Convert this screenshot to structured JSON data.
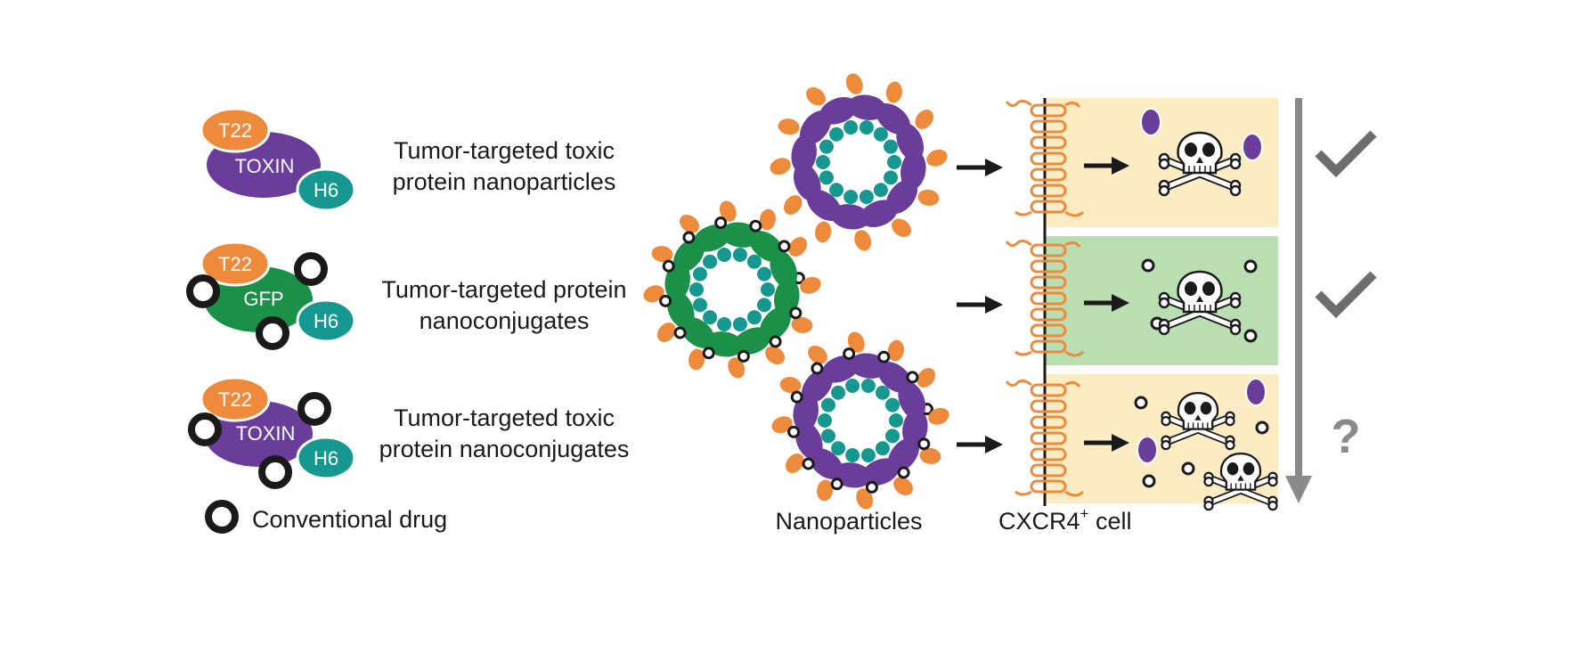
{
  "legend": {
    "rows": [
      {
        "t22": "T22",
        "core": "TOXIN",
        "h6": "H6",
        "line1": "Tumor-targeted toxic",
        "line2": "protein nanoparticles"
      },
      {
        "t22": "T22",
        "core": "GFP",
        "h6": "H6",
        "line1": "Tumor-targeted protein",
        "line2": "nanoconjugates"
      },
      {
        "t22": "T22",
        "core": "TOXIN",
        "h6": "H6",
        "line1": "Tumor-targeted toxic",
        "line2": "protein nanoconjugates"
      }
    ],
    "drug_label": "Conventional drug"
  },
  "labels": {
    "nanoparticles": "Nanoparticles",
    "cell_prefix": "CXCR4",
    "cell_sup": "+",
    "cell_suffix": " cell"
  },
  "outcomes": {
    "question": "?"
  },
  "colors": {
    "orange": "#ee8a3c",
    "purple": "#6a3d9a",
    "green": "#1a9048",
    "teal": "#16978f",
    "yellow_panel": "#fcecc4",
    "green_panel": "#b9deb2",
    "arrow_gray": "#8a8a8a",
    "check_gray": "#6d6d6d",
    "black": "#1a1a1a"
  },
  "icons": [
    "check-icon",
    "skull-crossbones-icon",
    "arrow-right-icon",
    "arrow-down-icon",
    "receptor-icon"
  ]
}
